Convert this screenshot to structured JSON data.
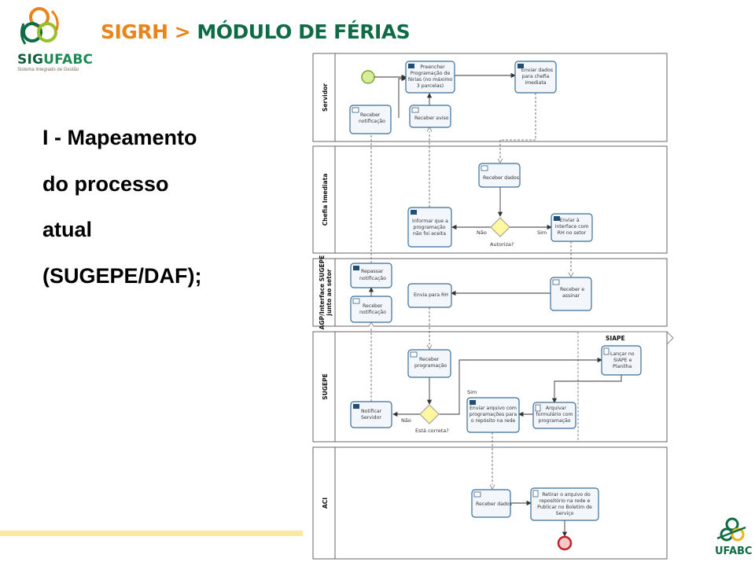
{
  "header": {
    "logo_name_a": "SIG",
    "logo_name_b": "UFABC",
    "logo_subtitle": "Sistema Integrado de Gestão",
    "title_part1": "SIGRH",
    "title_sep": ">",
    "title_part2": "MÓDULO DE FÉRIAS"
  },
  "left_text": {
    "line1": "I - Mapeamento",
    "line2": "do processo",
    "line3": "atual",
    "line4": "(SUGEPE/DAF);"
  },
  "footer": {
    "logo_text": "UFABC"
  },
  "diagram": {
    "lanes": [
      "Servidor",
      "Chefia Imediata",
      "AGP/Interface SUGEPE junto ao setor",
      "SUGEPE",
      "ACI"
    ],
    "tasks": {
      "preencher": [
        "Preencher",
        "Programação de",
        "férias (no máximo",
        "3 parcelas)"
      ],
      "enviar_dados": [
        "Enviar dados",
        "para chefia",
        "imediata"
      ],
      "receber_notificacao_1": [
        "Receber",
        "notificação"
      ],
      "receber_aviso": [
        "Receber aviso"
      ],
      "receber_dados_chefia": [
        "Receber dados"
      ],
      "informar": [
        "Informar que a",
        "programação",
        "não foi aceita"
      ],
      "enviar_interface": [
        "Enviar à",
        "interface com",
        "RH no setor"
      ],
      "repassar": [
        "Repassar",
        "notificação"
      ],
      "receber_notificacao_2": [
        "Receber",
        "notificação"
      ],
      "envia_rh": [
        "Envia para RH"
      ],
      "receber_assinar": [
        "Receber e",
        "assinar"
      ],
      "receber_programacao": [
        "Receber",
        "programação"
      ],
      "lancar": [
        "Lançar no",
        "SIAPE e",
        "Planilha"
      ],
      "notificar": [
        "Notificar",
        "Servidor"
      ],
      "enviar_arquivo": [
        "Enviar arquivo com",
        "programações para",
        "o repósito na rede"
      ],
      "arquivar": [
        "Arquivar",
        "formulário com",
        "programação"
      ],
      "receber_dados_aci": [
        "Receber dados"
      ],
      "retirar": [
        "Retirar o arquivo do",
        "repositório na rede e",
        "Publicar no Boletim de",
        "Serviço"
      ]
    },
    "gateways": {
      "autoriza": "Autoriza?",
      "autoriza_no": "Não",
      "autoriza_yes": "Sim",
      "correta": "Está correta?",
      "correta_no": "Não",
      "correta_yes": "Sim"
    },
    "siape_label": "SIAPE"
  }
}
